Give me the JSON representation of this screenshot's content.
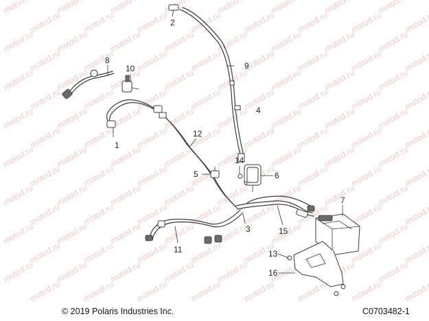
{
  "watermark_text": "motod.ru",
  "callouts": [
    "1",
    "2",
    "3",
    "4",
    "5",
    "6",
    "7",
    "8",
    "9",
    "10",
    "11",
    "12",
    "13",
    "14",
    "15",
    "16"
  ],
  "footer": {
    "copyright": "© 2019 Polaris Industries Inc.",
    "figure_code": "C0703482-1"
  },
  "colors": {
    "watermark": "#f0c8c8",
    "line": "#3a3a3a"
  }
}
